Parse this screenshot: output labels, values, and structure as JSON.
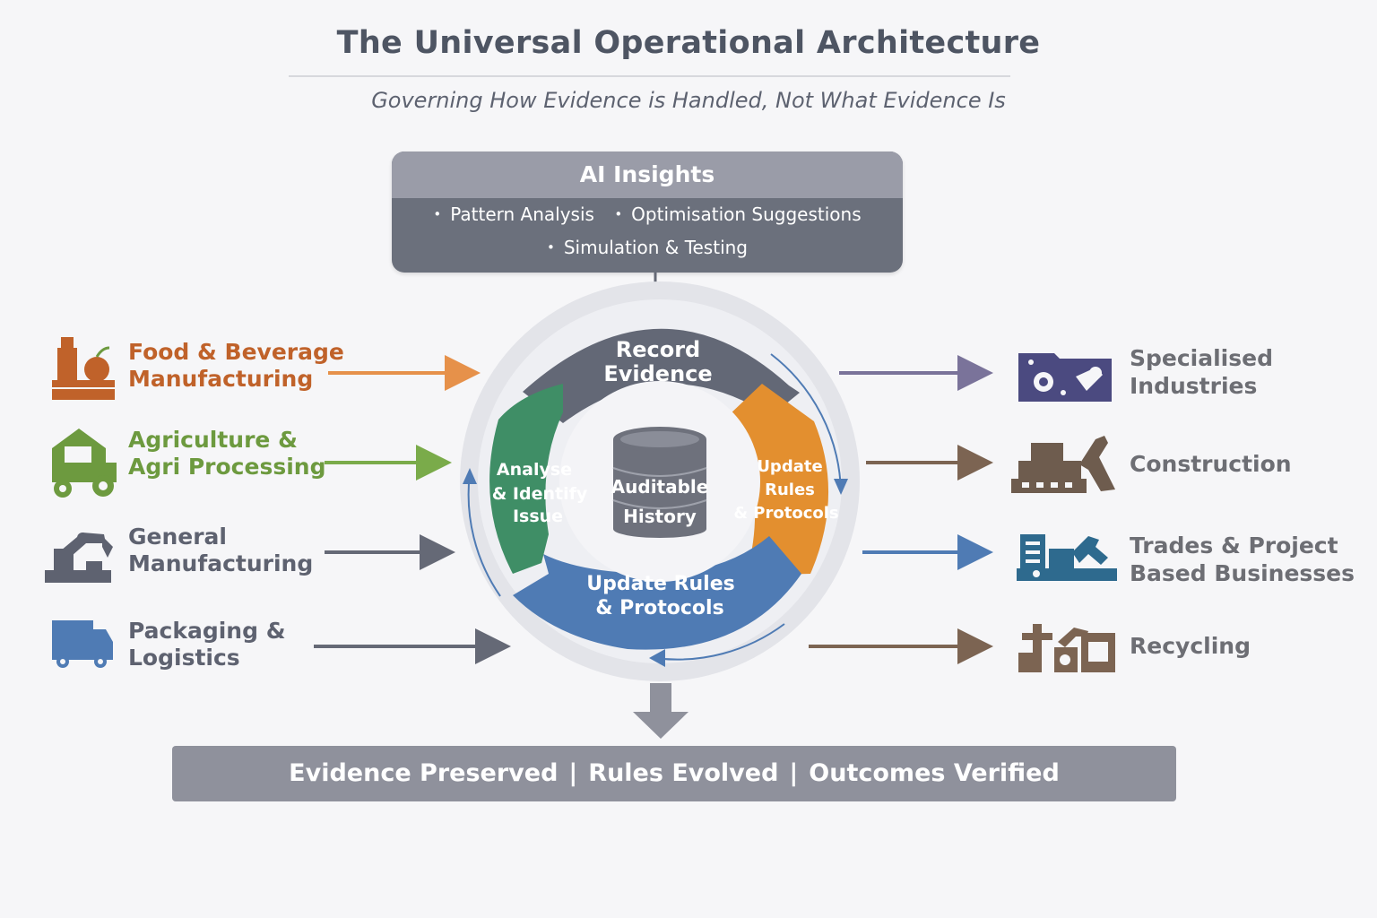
{
  "header": {
    "title": "The Universal Operational Architecture",
    "subtitle": "Governing How Evidence is Handled, Not What Evidence Is"
  },
  "ai_insights": {
    "title": "AI Insights",
    "items": [
      "Pattern Analysis",
      "Optimisation Suggestions",
      "Simulation & Testing"
    ]
  },
  "cycle": {
    "top": "Record Evidence",
    "top_lines": [
      "Record",
      "Evidence"
    ],
    "left_lines": [
      "Analyse",
      "& Identify",
      "Issue"
    ],
    "right_lines": [
      "Update",
      "Rules",
      "& Protocols"
    ],
    "bottom_lines": [
      "Update Rules",
      "& Protocols"
    ],
    "center_lines": [
      "Auditable",
      "History"
    ],
    "colors": {
      "top": "#636876",
      "left": "#3f8e66",
      "right": "#e38f2f",
      "bottom": "#4f7bb4",
      "database": "#6e717c"
    }
  },
  "left_industries": [
    {
      "lines": [
        "Food & Beverage",
        "Manufacturing"
      ],
      "color": "#c0622a",
      "icon": "food-beverage-icon"
    },
    {
      "lines": [
        "Agriculture &",
        "Agri Processing"
      ],
      "color": "#6d9a3f",
      "icon": "farm-tractor-icon"
    },
    {
      "lines": [
        "General",
        "Manufacturing"
      ],
      "color": "#5e6270",
      "icon": "robot-arm-icon"
    },
    {
      "lines": [
        "Packaging &",
        "Logistics"
      ],
      "color": "#5e6270",
      "icon": "delivery-truck-icon"
    }
  ],
  "right_industries": [
    {
      "lines": [
        "Specialised",
        "Industries"
      ],
      "color": "#4b4a80",
      "icon": "specialised-tools-icon"
    },
    {
      "lines": [
        "Construction"
      ],
      "color": "#6e5c4e",
      "icon": "excavator-icon"
    },
    {
      "lines": [
        "Trades & Project",
        "Based Businesses"
      ],
      "color": "#2e6a8e",
      "icon": "trades-tools-icon"
    },
    {
      "lines": [
        "Recycling"
      ],
      "color": "#7c6452",
      "icon": "recycling-machinery-icon"
    }
  ],
  "footer": {
    "items": [
      "Evidence Preserved",
      "Rules Evolved",
      "Outcomes Verified"
    ]
  }
}
